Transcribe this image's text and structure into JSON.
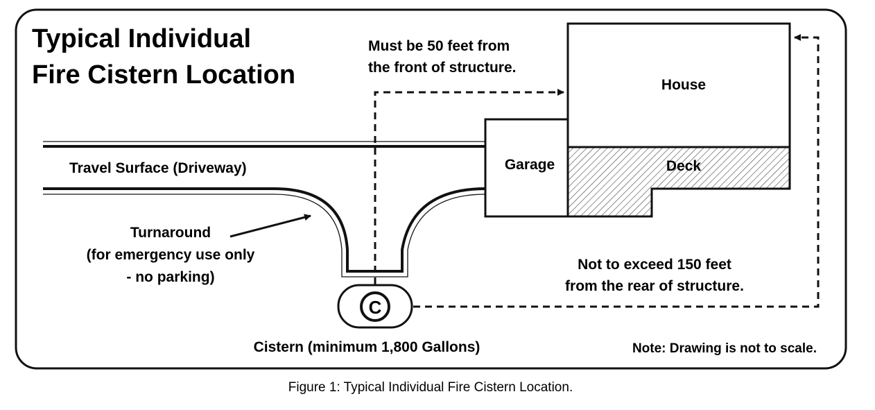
{
  "title": {
    "line1": "Typical Individual",
    "line2": "Fire Cistern Location"
  },
  "labels": {
    "front_distance_line1": "Must be 50 feet from",
    "front_distance_line2": "the front of structure.",
    "house": "House",
    "garage": "Garage",
    "deck": "Deck",
    "driveway": "Travel Surface (Driveway)",
    "turnaround_line1": "Turnaround",
    "turnaround_line2": "(for emergency use only",
    "turnaround_line3": "- no parking)",
    "rear_distance_line1": "Not to exceed 150 feet",
    "rear_distance_line2": "from the rear of structure.",
    "cistern_symbol": "C",
    "cistern": "Cistern (minimum 1,800 Gallons)",
    "note": "Note: Drawing is not to scale."
  },
  "caption": "Figure 1: Typical Individual Fire Cistern Location.",
  "colors": {
    "line": "#111111",
    "background": "#ffffff"
  }
}
